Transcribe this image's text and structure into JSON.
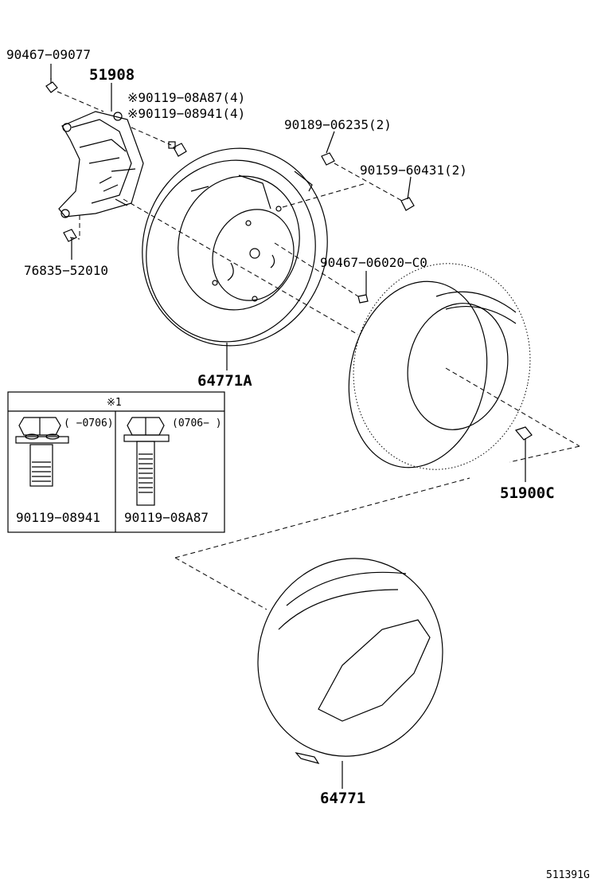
{
  "parts": {
    "p_90467_09077": "90467−09077",
    "p_51908": "51908",
    "p_90119_08A87_q": "※90119−08A87(4)",
    "p_90119_08941_q": "※90119−08941(4)",
    "p_90189_06235": "90189−06235(2)",
    "p_90159_60431": "90159−60431(2)",
    "p_76835_52010": "76835−52010",
    "p_90467_06020": "90467−06020−C0",
    "p_64771A": "64771A",
    "p_51900C": "51900C",
    "p_64771": "64771"
  },
  "note_box": {
    "title": "※1",
    "left_range": "( −0706)",
    "right_range": "(0706−  )",
    "left_part": "90119−08941",
    "right_part": "90119−08A87"
  },
  "diagram_id": "511391G"
}
